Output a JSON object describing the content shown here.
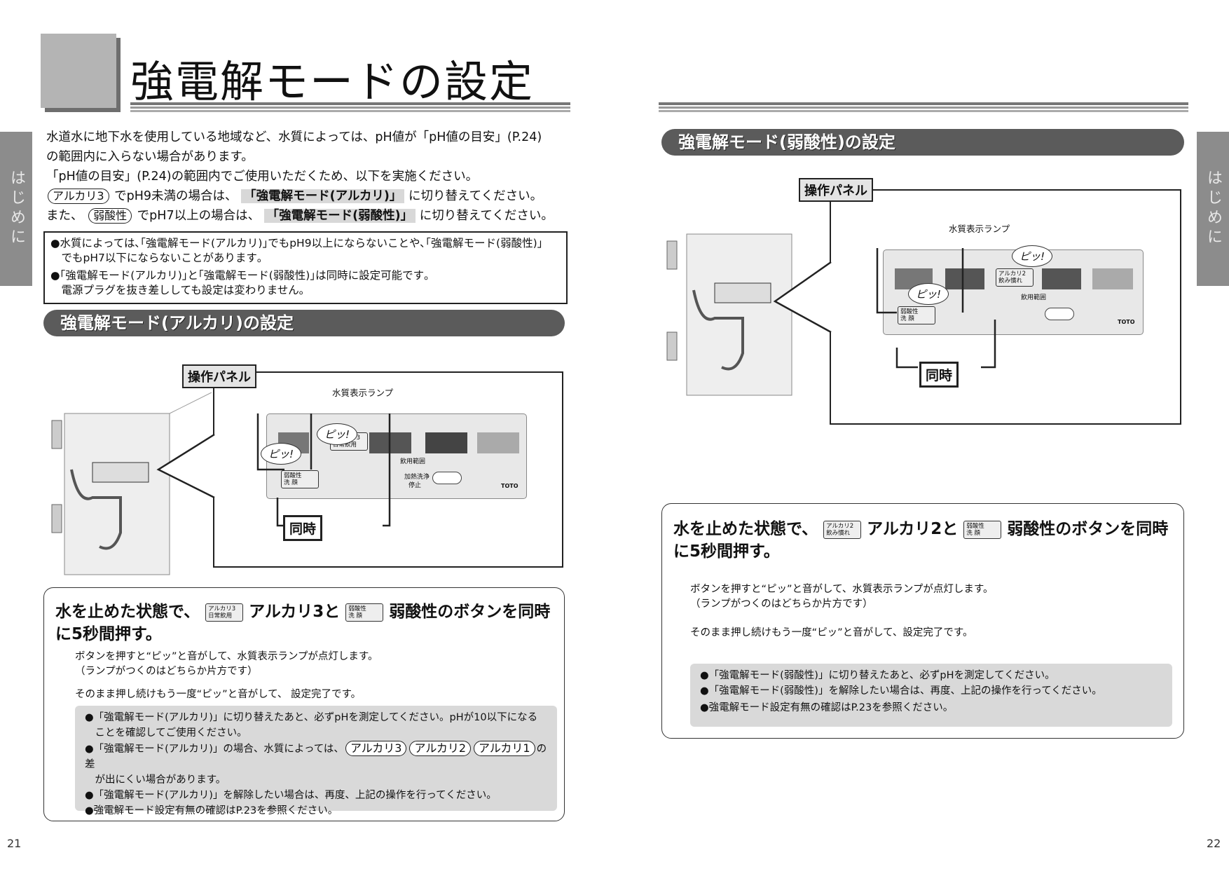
{
  "left_page": {
    "title": "強電解モードの設定",
    "side_tab": "はじめに",
    "intro": {
      "line1": "水道水に地下水を使用している地域など、水質によっては、pH値が「pH値の目安」(P.24)",
      "line2": "の範囲内に入らない場合があります。",
      "line3": "「pH値の目安」(P.24)の範囲内でご使用いただくため、以下を実施ください。",
      "line4_chip": "アルカリ3",
      "line4_mid": "でpH9未満の場合は、",
      "line4_hl": "「強電解モード(アルカリ)」",
      "line4_end": "に切り替えてください。",
      "line5_pre": "また、",
      "line5_chip": "弱酸性",
      "line5_mid": "でpH7以上の場合は、",
      "line5_hl": "「強電解モード(弱酸性)」",
      "line5_end": "に切り替えてください。"
    },
    "notes": [
      "●水質によっては､｢強電解モード(アルカリ)｣でもpH9以上にならないことや､｢強電解モード(弱酸性)｣",
      "　でもpH7以下にならないことがあります｡",
      "●｢強電解モード(アルカリ)｣と｢強電解モード(弱酸性)｣は同時に設定可能です｡",
      "　電源プラグを抜き差ししても設定は変わりません｡"
    ],
    "section_title": "強電解モード(アルカリ)の設定",
    "figure": {
      "panel_label": "操作パネル",
      "lamp_label": "水質表示ランプ",
      "button_a": "アルカリ3",
      "button_a_sub": "日常飲用",
      "button_b": "弱酸性",
      "button_b_sub": "洗 顔",
      "beep": "ピッ!",
      "simultaneous": "同時",
      "drinking_range": "飲用範囲",
      "heat_wash": "加熱洗浄",
      "stop": "停止",
      "brand": "TOTO"
    },
    "step": {
      "head_pre": "水を止めた状態で、",
      "icon_a_line1": "アルカリ3",
      "icon_a_line2": "日常飲用",
      "head_mid": "アルカリ3と",
      "icon_b_line1": "弱酸性",
      "icon_b_line2": "洗 顔",
      "head_end": "弱酸性のボタンを同時",
      "head_line2": "に5秒間押す。",
      "body1": "ボタンを押すと“ピッ”と音がして、水質表示ランプが点灯します。",
      "body2": "（ランプがつくのはどちらか片方です）",
      "body3": "そのまま押し続けもう一度“ピッ”と音がして、 設定完了です。",
      "notes": {
        "n1a": "●「強電解モード(アルカリ)」に切り替えたあと、必ずpHを測定してください。pHが10以下になる",
        "n1b": "　ことを確認してご使用ください。",
        "n2_pre": "●「強電解モード(アルカリ)」の場合、水質によっては、",
        "n2_chip1": "アルカリ3",
        "n2_chip2": "アルカリ2",
        "n2_chip3": "アルカリ1",
        "n2_end": "の差",
        "n2b": "　が出にくい場合があります。",
        "n3": "●「強電解モード(アルカリ)」を解除したい場合は、再度、上記の操作を行ってください。",
        "n4": "●強電解モード設定有無の確認はP.23を参照ください。"
      }
    },
    "page_number": "21"
  },
  "right_page": {
    "side_tab": "はじめに",
    "section_title": "強電解モード(弱酸性)の設定",
    "figure": {
      "panel_label": "操作パネル",
      "lamp_label": "水質表示ランプ",
      "button_a": "アルカリ2",
      "button_a_sub": "飲み慣れ",
      "button_b": "弱酸性",
      "button_b_sub": "洗 顔",
      "beep": "ピッ!",
      "simultaneous": "同時",
      "drinking_range": "飲用範囲",
      "brand": "TOTO"
    },
    "step": {
      "head_pre": "水を止めた状態で、",
      "icon_a_line1": "アルカリ2",
      "icon_a_line2": "飲み慣れ",
      "head_mid": "アルカリ2と",
      "icon_b_line1": "弱酸性",
      "icon_b_line2": "洗 顔",
      "head_end": "弱酸性のボタンを同時",
      "head_line2": "に5秒間押す。",
      "body1": "ボタンを押すと“ピッ”と音がして、水質表示ランプが点灯します。",
      "body2": "（ランプがつくのはどちらか片方です）",
      "body3": "そのまま押し続けもう一度“ピッ”と音がして、設定完了です。",
      "notes": {
        "n1": "●「強電解モード(弱酸性)」に切り替えたあと、必ずpHを測定してください。",
        "n2": "●「強電解モード(弱酸性)」を解除したい場合は、再度、上記の操作を行ってください。",
        "n3": "●強電解モード設定有無の確認はP.23を参照ください。"
      }
    },
    "page_number": "22"
  }
}
